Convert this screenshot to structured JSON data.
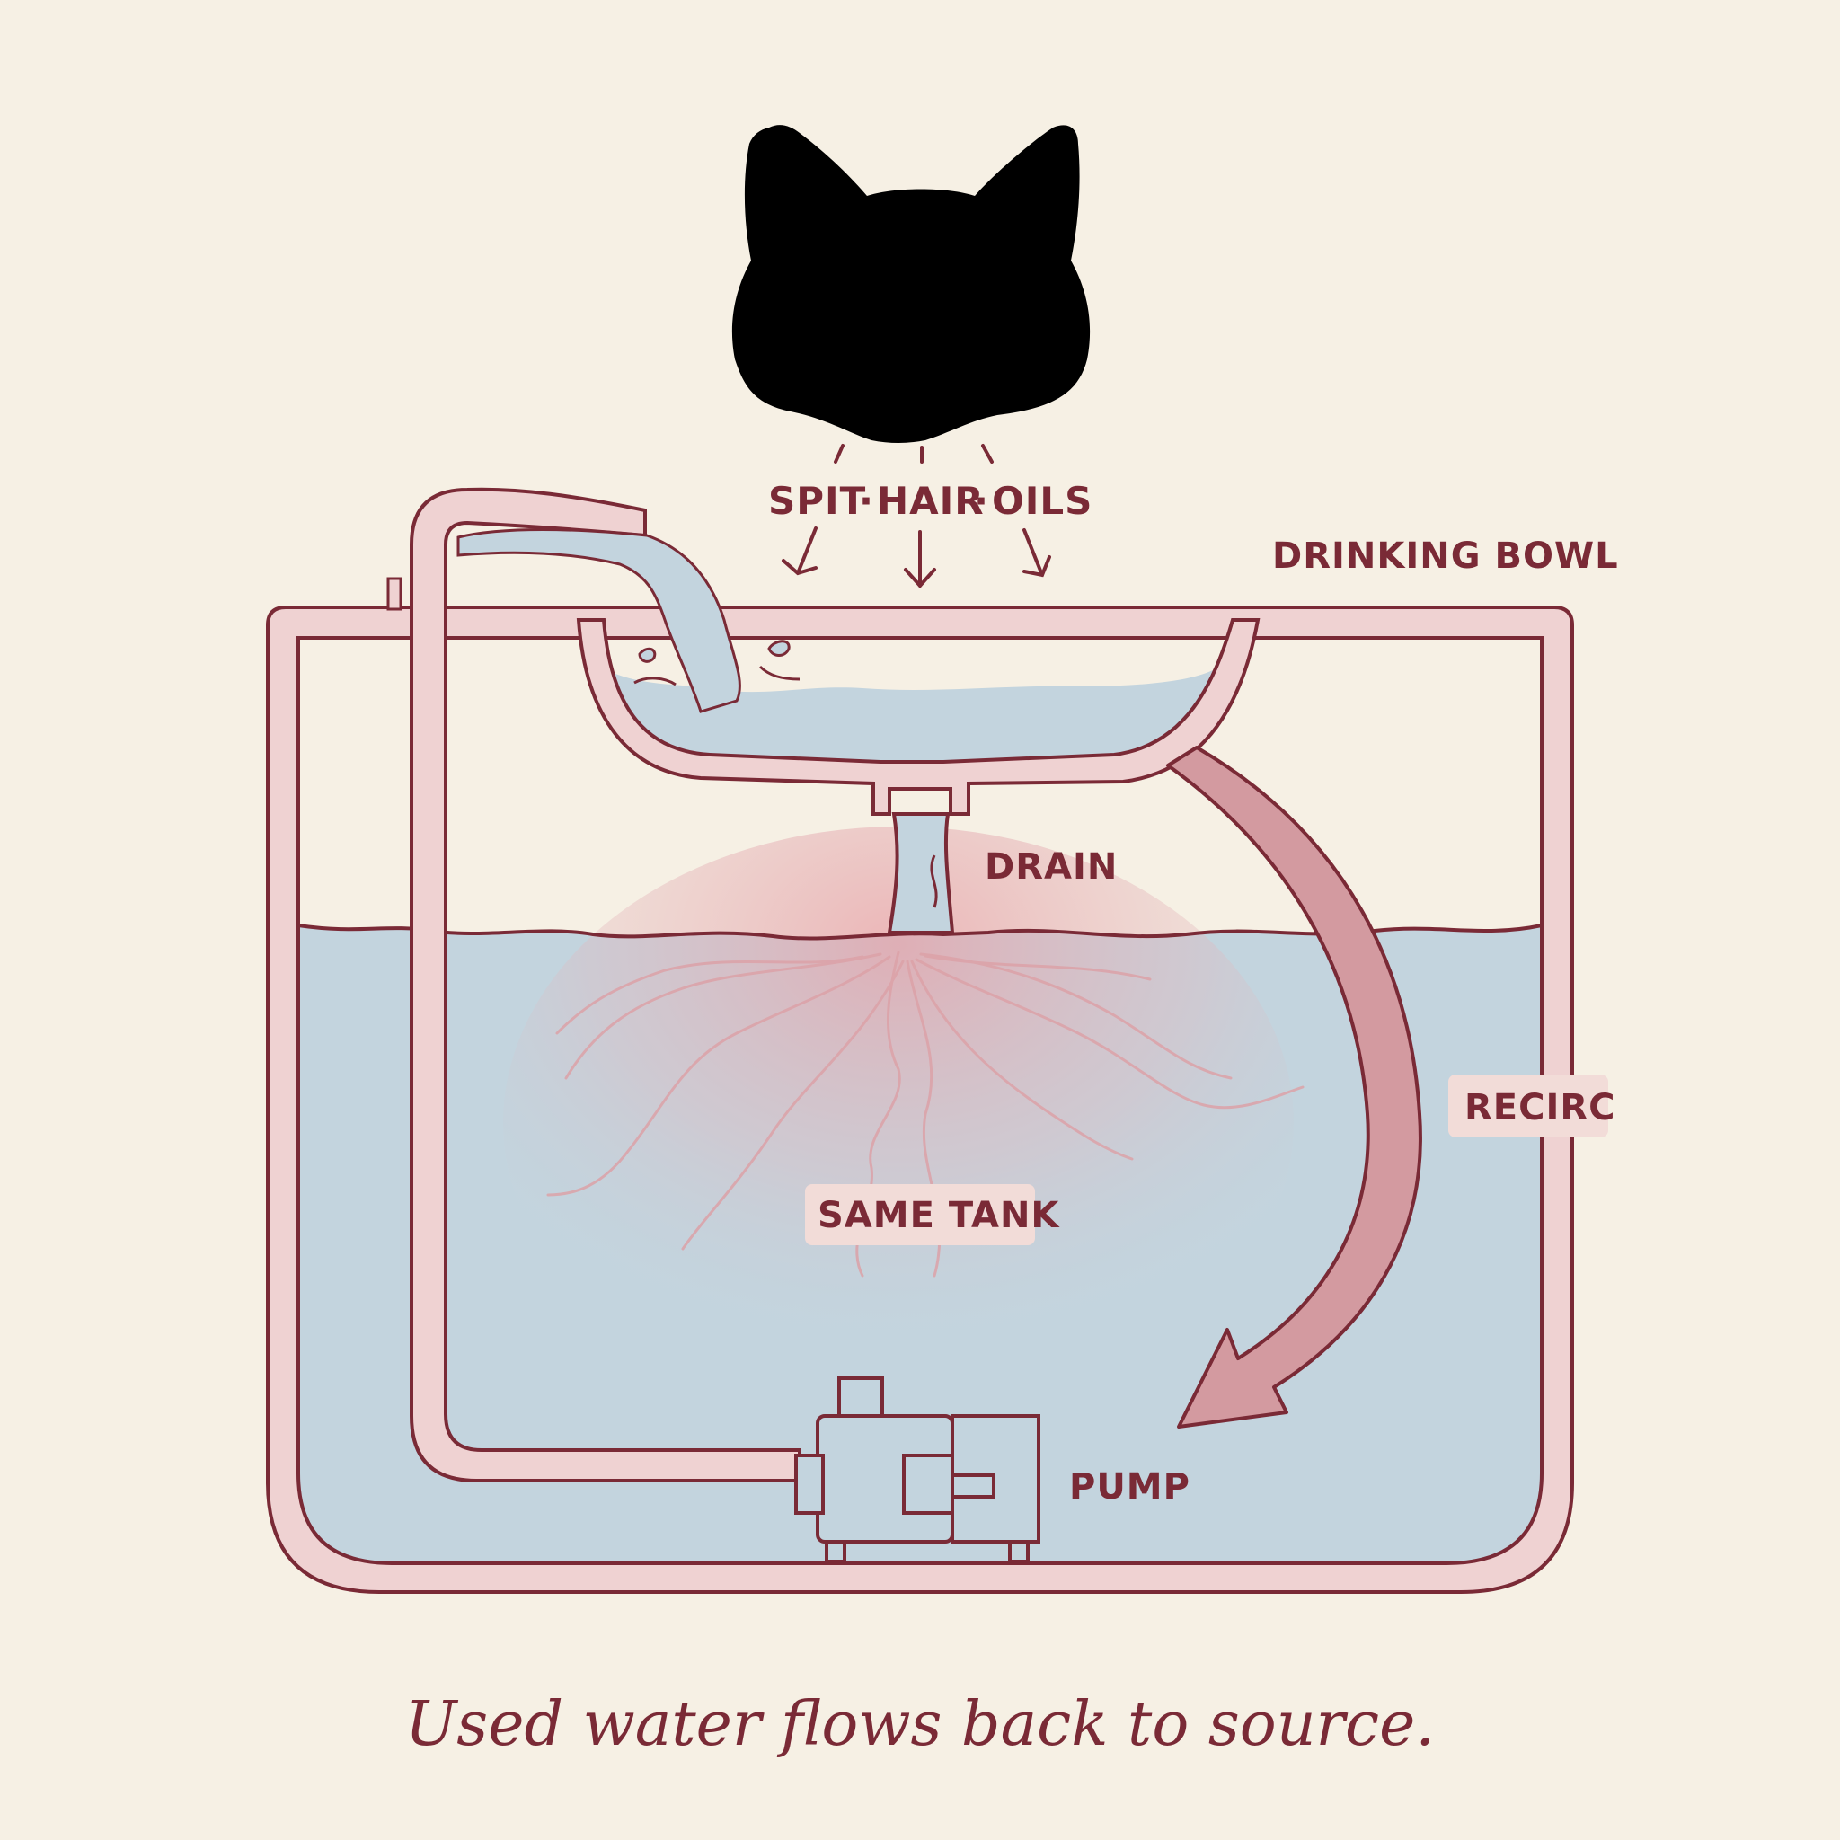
{
  "labels": {
    "contaminants": [
      "SPIT",
      "HAIR",
      "OILS"
    ],
    "separator": "·",
    "drinking_bowl": "DRINKING BOWL",
    "drain": "DRAIN",
    "recirc": "RECIRC",
    "same_tank": "SAME TANK",
    "pump": "PUMP"
  },
  "caption": "Used water flows back to source.",
  "colors": {
    "background": "#f6f0e4",
    "outline": "#7a2a36",
    "pipe_fill": "#efd2d2",
    "water": "#c3d4de",
    "arrow_fill": "#d39aa0",
    "cat": "#000000",
    "label_box": "#f2dcd8"
  },
  "icons": [
    "cat-head-icon"
  ]
}
